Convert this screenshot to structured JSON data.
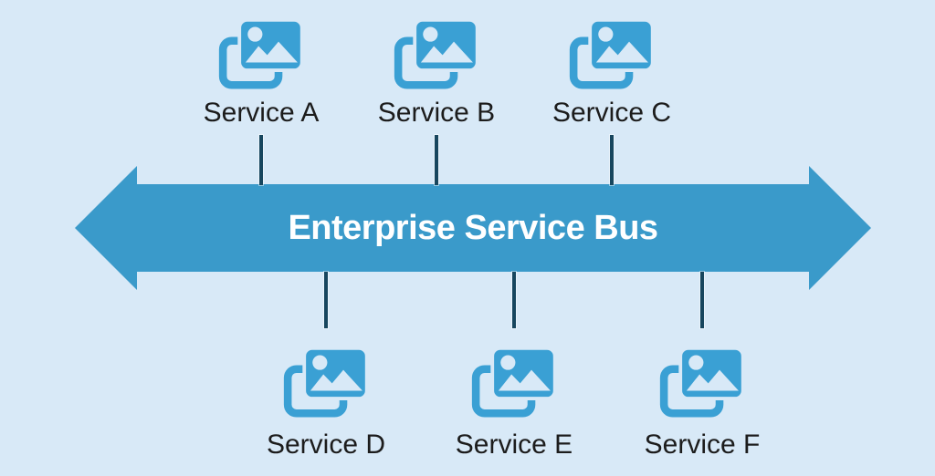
{
  "diagram": {
    "type": "esb-architecture",
    "bus": {
      "label": "Enterprise Service Bus"
    },
    "services_top": [
      {
        "label": "Service A"
      },
      {
        "label": "Service B"
      },
      {
        "label": "Service C"
      }
    ],
    "services_bottom": [
      {
        "label": "Service D"
      },
      {
        "label": "Service E"
      },
      {
        "label": "Service F"
      }
    ],
    "icon_name": "photos-icon",
    "colors": {
      "background": "#d8e9f7",
      "bus": "#3a9aca",
      "icon": "#3aa0d4",
      "connector": "#17465e",
      "label_text": "#1c1c1c",
      "bus_text": "#ffffff"
    }
  }
}
